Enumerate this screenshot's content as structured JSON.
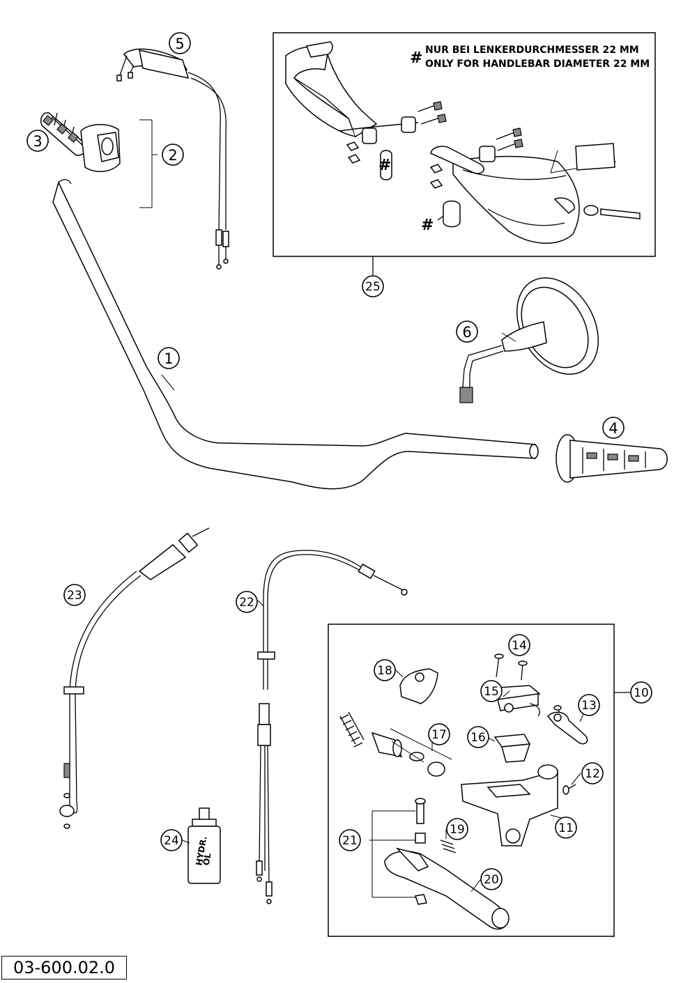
{
  "diagram": {
    "reference_number": "03-600.02.0",
    "note_symbol": "#",
    "note_line_de": "NUR BEI LENKERDURCHMESSER 22 MM",
    "note_line_en": "ONLY FOR HANDLEBAR DIAMETER 22 MM",
    "oil_label_line1": "HYDR.",
    "oil_label_line2": "ÖL",
    "callouts": [
      "1",
      "2",
      "3",
      "4",
      "5",
      "6",
      "10",
      "11",
      "12",
      "13",
      "14",
      "15",
      "16",
      "17",
      "18",
      "19",
      "20",
      "21",
      "22",
      "23",
      "24",
      "25"
    ]
  }
}
